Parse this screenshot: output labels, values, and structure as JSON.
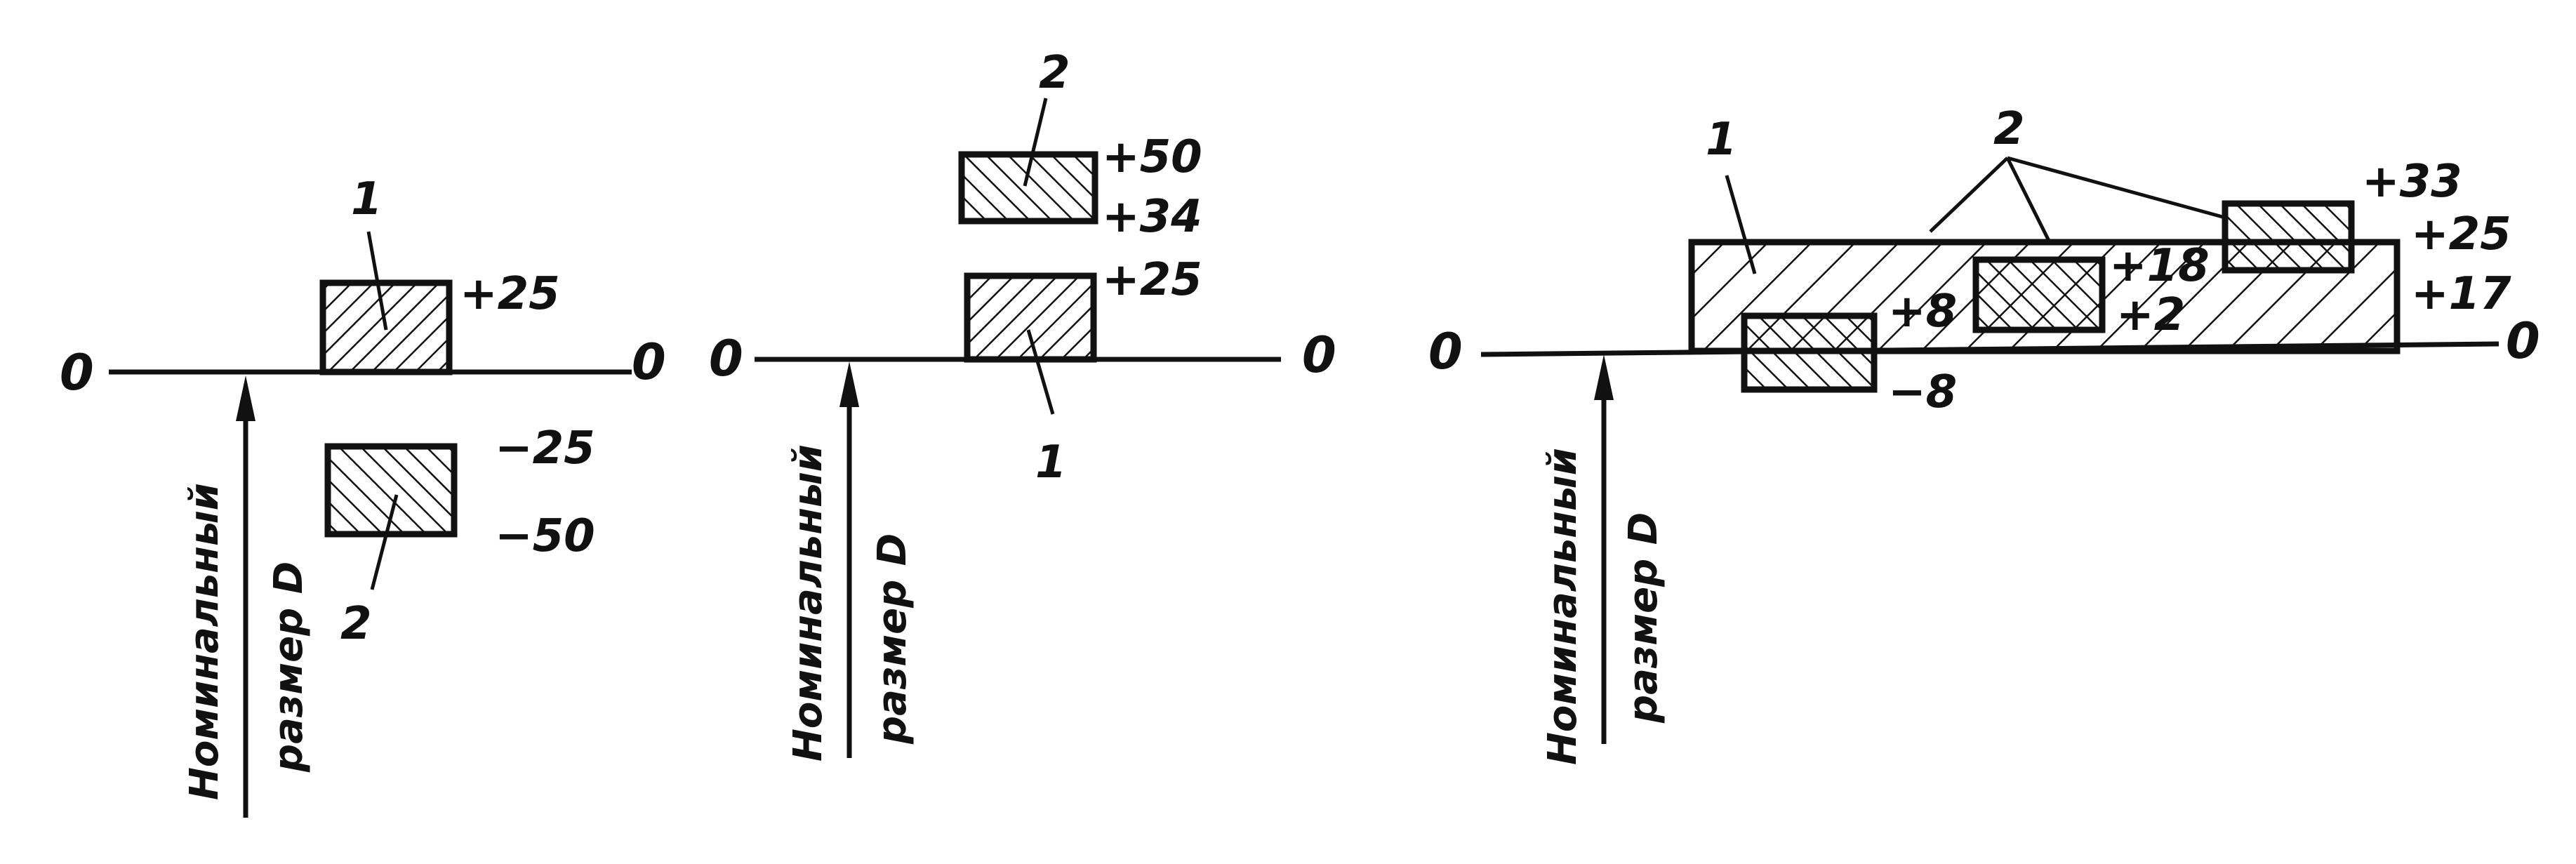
{
  "diagrams": [
    {
      "zero_left": "0",
      "zero_right": "0",
      "axis_label_1": "Номинальный",
      "axis_label_2": "размер D",
      "zone1_label": "1",
      "zone1_upper": "+25",
      "zone2_label": "2",
      "zone2_upper": "−25",
      "zone2_lower": "−50"
    },
    {
      "zero_left": "0",
      "zero_right": "0",
      "axis_label_1": "Номинальный",
      "axis_label_2": "размер D",
      "zone1_label": "1",
      "zone1_upper": "+25",
      "zone2_label": "2",
      "zone2_upper": "+50",
      "zone2_lower": "+34"
    },
    {
      "zero_left": "0",
      "zero_right": "0",
      "axis_label_1": "Номинальный",
      "axis_label_2": "размер D",
      "zone1_label": "1",
      "zone1_upper": "+25",
      "zone2_label": "2",
      "zone2a_upper": "+8",
      "zone2a_lower": "−8",
      "zone2b_upper": "+18",
      "zone2b_lower": "+2",
      "zone2c_upper": "+33",
      "zone2c_lower": "+17"
    }
  ],
  "colors": {
    "ink": "#111111",
    "paper": "#ffffff"
  }
}
